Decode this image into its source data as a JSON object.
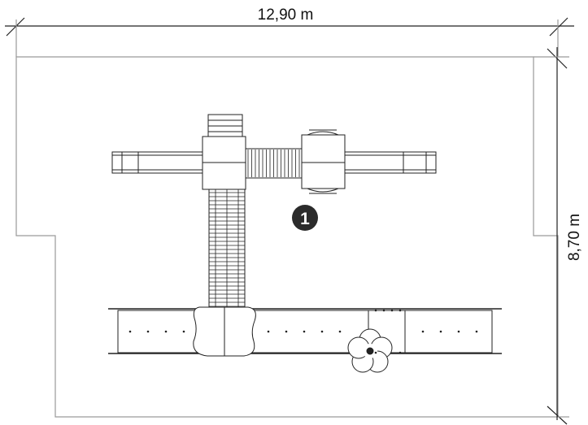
{
  "dimensions": {
    "width_label": "12,90 m",
    "height_label": "8,70 m"
  },
  "marker": {
    "label": "1"
  },
  "colors": {
    "line": "#222222",
    "outline": "#9a9a9a",
    "marker_fill": "#2b2b2b"
  }
}
